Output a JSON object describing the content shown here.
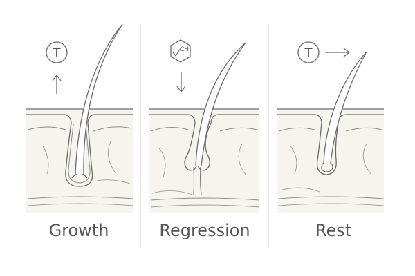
{
  "colors": {
    "stroke": "#6a6a6a",
    "skin_fill": "#f5f5ee",
    "divider": "#cfcfcf",
    "label": "#555555"
  },
  "panels": [
    {
      "label": "Growth",
      "indicator": "T",
      "indicator_icon": "circled-letter",
      "arrow": "up-arrow"
    },
    {
      "label": "Regression",
      "indicator": "CH",
      "indicator_icon": "hexagon-molecule",
      "arrow": "down-arrow"
    },
    {
      "label": "Rest",
      "indicator": "T",
      "indicator_icon": "circled-letter",
      "arrow": "right-arrow"
    }
  ]
}
